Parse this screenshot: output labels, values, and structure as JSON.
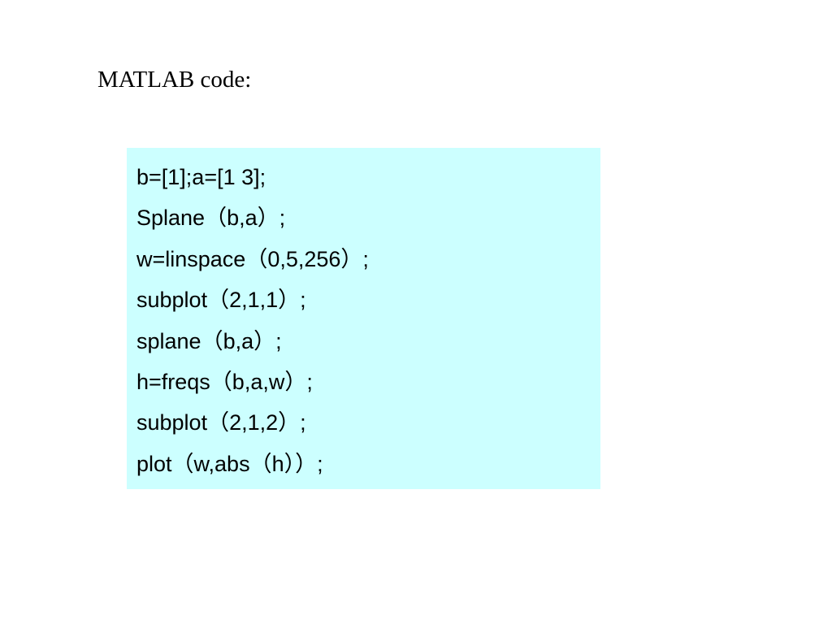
{
  "slide": {
    "title": "MATLAB code:"
  },
  "code": {
    "background": "#ccffff",
    "lines": [
      "b=[1];a=[1 3];",
      "Splane（b,a）;",
      "w=linspace（0,5,256）;",
      "subplot（2,1,1）;",
      "splane（b,a）;",
      "h=freqs（b,a,w）;",
      "subplot（2,1,2）;",
      "plot（w,abs（h））;"
    ]
  }
}
